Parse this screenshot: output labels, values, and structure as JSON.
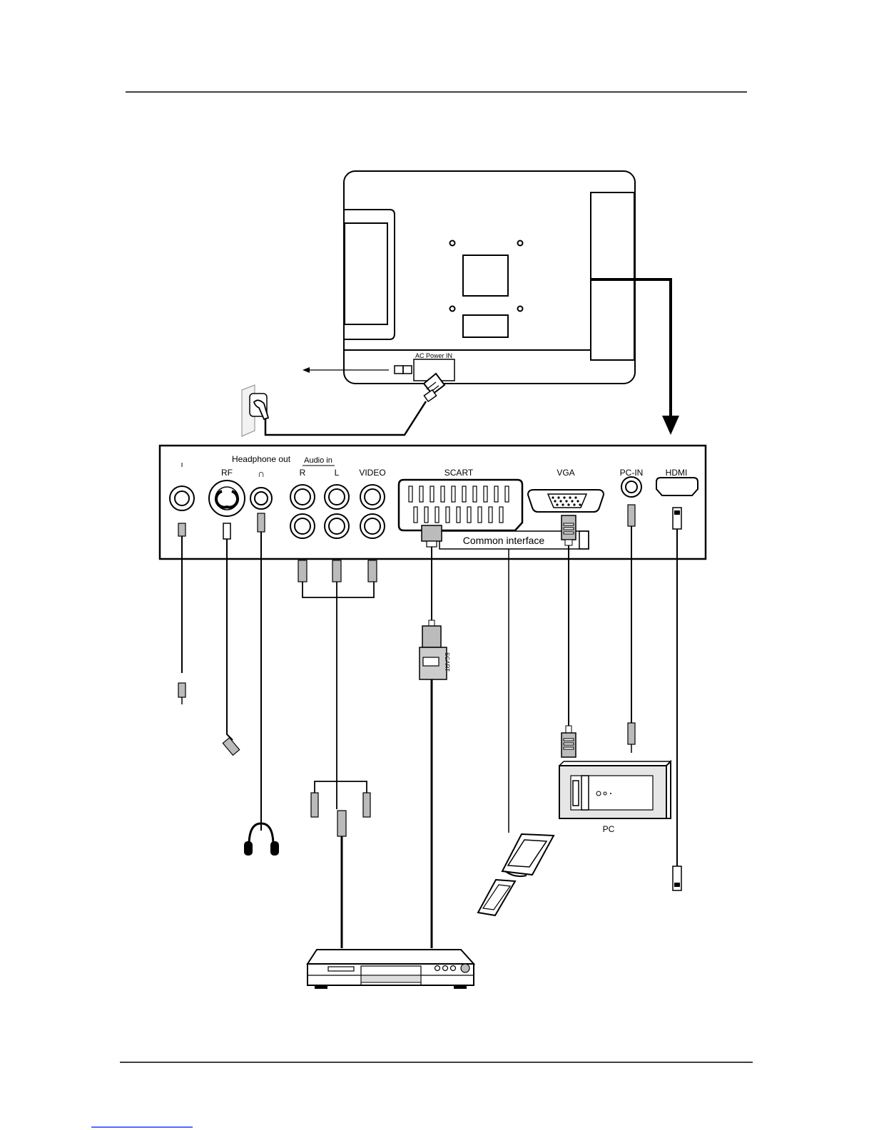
{
  "tv_back": {
    "ac_power_label": "AC Power IN"
  },
  "panel": {
    "antenna_label": "ı",
    "rf_label": "RF",
    "headphone_label": "Headphone out",
    "headphone_symbol": "∩",
    "audio_in_label": "Audio in",
    "audio_r_label": "R",
    "audio_l_label": "L",
    "video_label": "VIDEO",
    "scart_label": "SCART",
    "vga_label": "VGA",
    "pcin_label": "PC-IN",
    "hdmi_label": "HDMI",
    "common_interface_label": "Common interface"
  },
  "devices": {
    "scart_plug_text": "SCART",
    "pc_label": "PC"
  },
  "icons": [
    "tv-back",
    "wall-socket-icon",
    "power-plug-icon",
    "headphones-icon",
    "dvd-player-icon",
    "pc-tower-icon",
    "ci-module-icon",
    "rca-plug-icon",
    "hdmi-plug-icon",
    "vga-plug-icon",
    "scart-plug-icon"
  ],
  "colors": {
    "line": "#000000",
    "footer_link": "#1a3cff"
  }
}
